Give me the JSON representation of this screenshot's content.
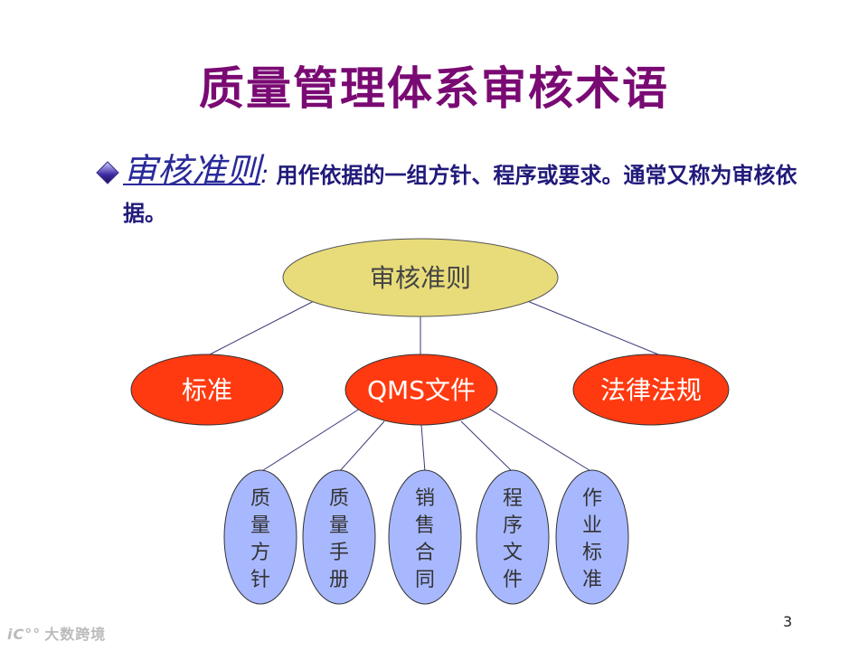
{
  "title": "质量管理体系审核术语",
  "bullet": {
    "term": "审核准则",
    "colon": ":",
    "definition": "用作依据的一组方针、程序或要求。通常又称为审核依据。"
  },
  "diagram": {
    "root": {
      "label": "审核准则",
      "color": "#e8dc7a"
    },
    "level1": [
      {
        "label": "标准",
        "color": "#ff3a10"
      },
      {
        "label": "QMS文件",
        "color": "#ff3a10"
      },
      {
        "label": "法律法规",
        "color": "#ff3a10"
      }
    ],
    "level2": [
      {
        "label": "质量方针"
      },
      {
        "label": "质量手册"
      },
      {
        "label": "销售合同"
      },
      {
        "label": "程序文件"
      },
      {
        "label": "作业标准"
      }
    ],
    "leaf_color": "#a8b8ff",
    "line_color": "#3a3a7a"
  },
  "page_number": "3",
  "watermark": {
    "mark": "iC°°",
    "text": "大数跨境"
  }
}
